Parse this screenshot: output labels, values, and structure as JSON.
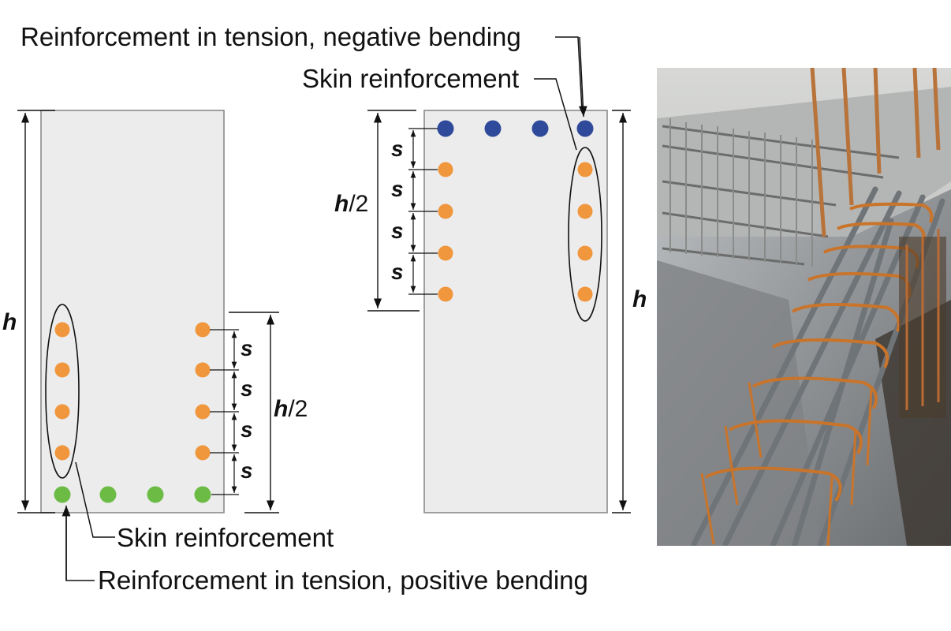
{
  "labels": {
    "tension_negative": "Reinforcement in tension, negative bending",
    "skin_top": "Skin reinforcement",
    "skin_bottom": "Skin reinforcement",
    "tension_positive": "Reinforcement in tension, positive bending"
  },
  "symbols": {
    "height": "h",
    "spacing": "s",
    "half_suffix": "/2"
  },
  "colors": {
    "section_fill": "#ececec",
    "section_stroke": "#8a8a8a",
    "tension_negative_bar": "#2f4a9a",
    "skin_bar": "#f0963c",
    "tension_positive_bar": "#6bbb45",
    "lines": "#111111"
  },
  "photo": {
    "subject": "rebar-cage-photo"
  }
}
